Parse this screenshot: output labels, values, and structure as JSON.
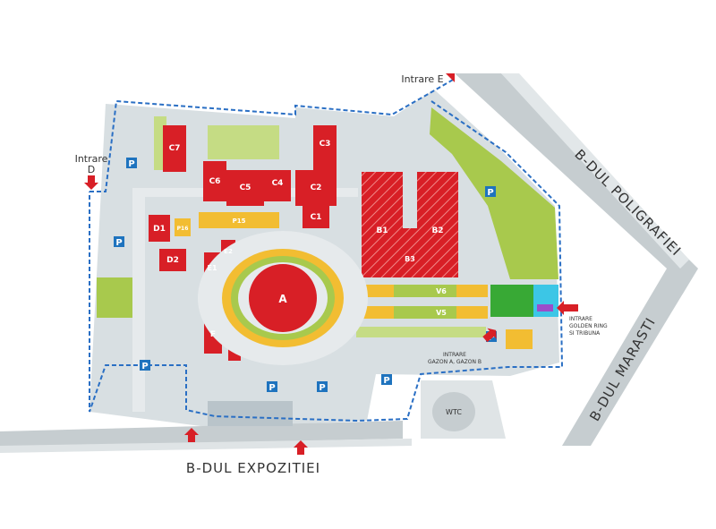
{
  "roads": {
    "expozitiei": "B-DUL EXPOZITIEI",
    "poligrafiei": "B-DUL POLIGRAFIEI",
    "marasti": "B-DUL MARASTI"
  },
  "entrances": {
    "d_line1": "Intrare",
    "d_line2": "D",
    "e": "Intrare E",
    "golden_line1": "INTRARE",
    "golden_line2": "GOLDEN RING",
    "golden_line3": "SI TRIBUNA",
    "gazon_line1": "INTRARE",
    "gazon_line2": "GAZON A, GAZON B"
  },
  "halls": {
    "c7": "C7",
    "c6": "C6",
    "c5": "C5",
    "c4": "C4",
    "c3": "C3",
    "c2": "C2",
    "c1": "C1",
    "d1": "D1",
    "d2": "D2",
    "b1": "B1",
    "b2": "B2",
    "b3": "B3",
    "a": "A",
    "e1": "E1",
    "e2": "E2",
    "f": "F",
    "v5": "V5",
    "v6": "V6",
    "p15": "P15",
    "p16": "P16",
    "wtc": "WTC"
  },
  "parking": {
    "label": "P"
  },
  "colors": {
    "hall": "#d81f26",
    "yellow": "#f2bd32",
    "green": "#a8c94d",
    "green_light": "#c5dc84",
    "gray": "#cfd8dd",
    "gray_dark": "#b9c4ca",
    "blue": "#1e73be",
    "boundary": "#2a6fc4",
    "road": "#c6cdd0"
  }
}
